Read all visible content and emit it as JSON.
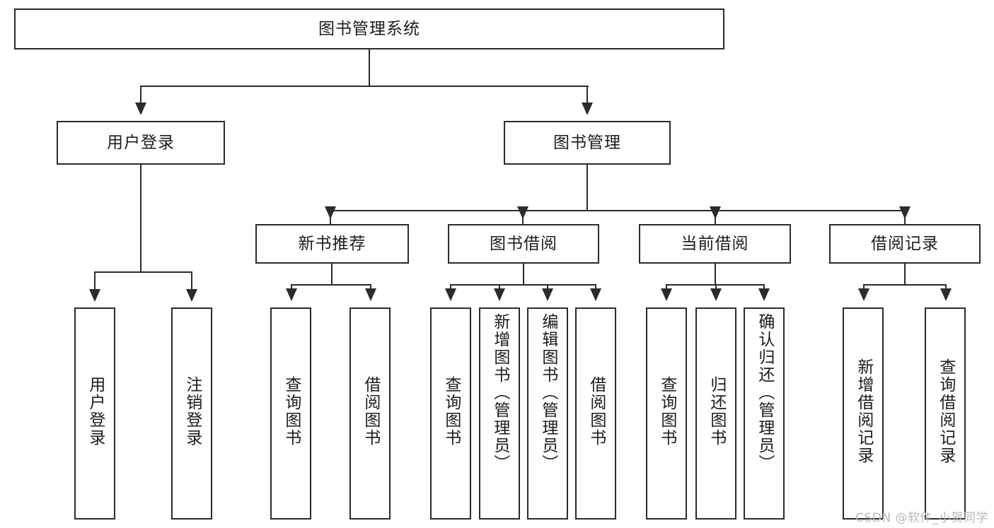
{
  "diagram": {
    "title": "图书管理系统",
    "watermark": "CSDN @软件_小贺同学",
    "root": {
      "label": "图书管理系统"
    },
    "level2": [
      {
        "label": "用户登录"
      },
      {
        "label": "图书管理"
      }
    ],
    "level3": [
      {
        "label": "新书推荐"
      },
      {
        "label": "图书借阅"
      },
      {
        "label": "当前借阅"
      },
      {
        "label": "借阅记录"
      }
    ],
    "leaves": {
      "user_login": [
        {
          "label": "用户登录"
        },
        {
          "label": "注销登录"
        }
      ],
      "new_book_recommend": [
        {
          "label": "查询图书"
        },
        {
          "label": "借阅图书"
        }
      ],
      "book_borrow": [
        {
          "label": "查询图书"
        },
        {
          "label": "新增图书（管理员）"
        },
        {
          "label": "编辑图书（管理员）"
        },
        {
          "label": "借阅图书"
        }
      ],
      "current_borrow": [
        {
          "label": "查询图书"
        },
        {
          "label": "归还图书"
        },
        {
          "label": "确认归还（管理员）"
        }
      ],
      "borrow_record": [
        {
          "label": "新增借阅记录"
        },
        {
          "label": "查询借阅记录"
        }
      ]
    },
    "colors": {
      "stroke": "#2b2b2b",
      "fill": "#ffffff",
      "watermark": "#b9b9b9"
    }
  }
}
